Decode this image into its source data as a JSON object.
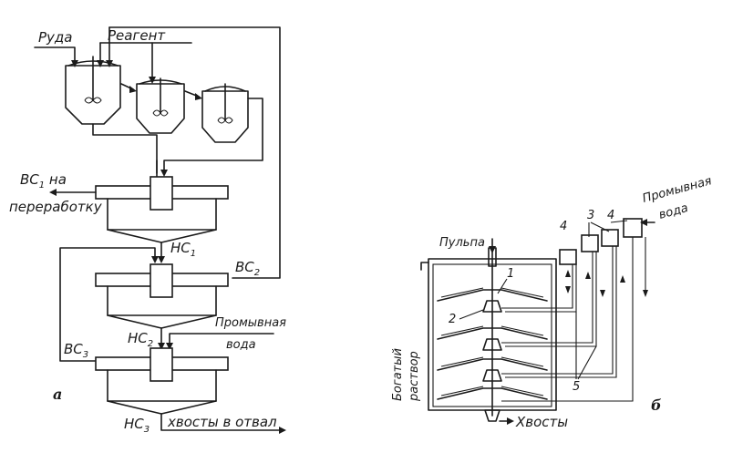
{
  "diagram_a": {
    "label_ore": "Руда",
    "label_reagent": "Реагент",
    "label_bc1_line1": "BC",
    "label_bc1_sub": "1",
    "label_bc1_line1_rest": " на",
    "label_bc1_line2": "переработку",
    "label_hc1": "HC",
    "label_hc1_sub": "1",
    "label_bc2": "BC",
    "label_bc2_sub": "2",
    "label_hc2": "HC",
    "label_hc2_sub": "2",
    "label_wash_line1": "Промывная",
    "label_wash_line2": "вода",
    "label_bc3": "BC",
    "label_bc3_sub": "3",
    "label_hc3": "HC",
    "label_hc3_sub": "3",
    "label_tails": "хвосты в отвал",
    "panel_letter": "а"
  },
  "diagram_b": {
    "label_pulp": "Пульпа",
    "label_wash_line1": "Промывная",
    "label_wash_line2": "вода",
    "label_rich_line1": "Богатый",
    "label_rich_line2": "раствор",
    "label_tails": "Хвосты",
    "callout_1": "1",
    "callout_2": "2",
    "callout_3": "3",
    "callout_4a": "4",
    "callout_4b": "4",
    "callout_5": "5",
    "panel_letter": "б"
  }
}
